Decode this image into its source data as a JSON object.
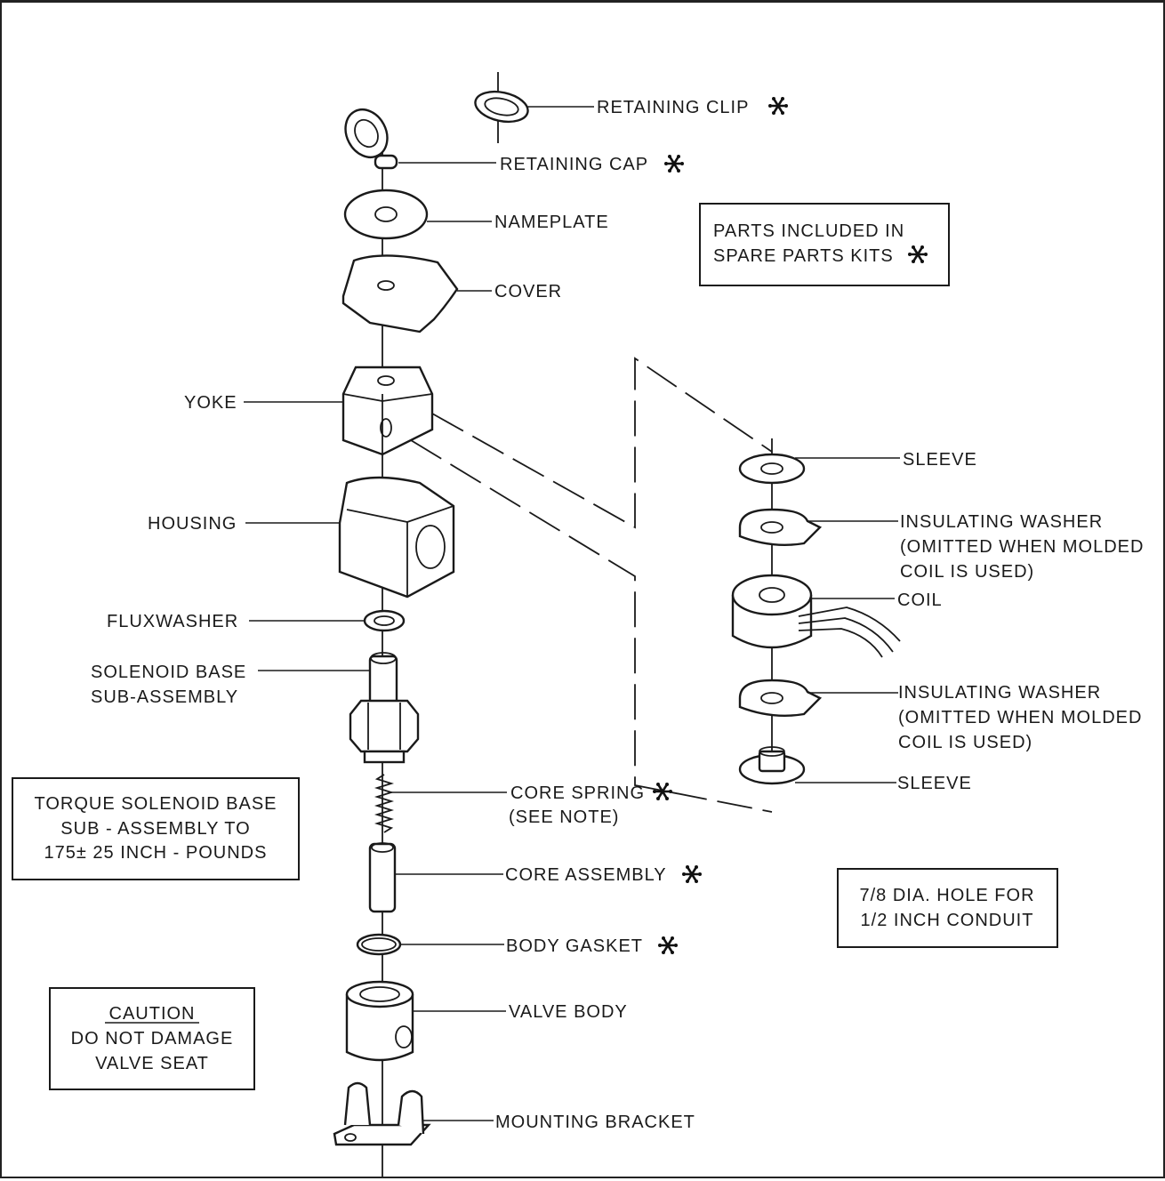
{
  "labels": {
    "retaining_clip": "RETAINING CLIP",
    "retaining_cap": "RETAINING CAP",
    "nameplate": "NAMEPLATE",
    "cover": "COVER",
    "yoke": "YOKE",
    "housing": "HOUSING",
    "fluxwasher": "FLUXWASHER",
    "solenoid_base_1": "SOLENOID BASE",
    "solenoid_base_2": "SUB-ASSEMBLY",
    "core_spring": "CORE SPRING",
    "core_spring_note": "(SEE NOTE)",
    "core_assembly": "CORE ASSEMBLY",
    "body_gasket": "BODY GASKET",
    "valve_body": "VALVE BODY",
    "mounting_bracket": "MOUNTING BRACKET",
    "sleeve_top": "SLEEVE",
    "insulating_washer_top_1": "INSULATING WASHER",
    "insulating_washer_top_2": "(OMITTED WHEN MOLDED",
    "insulating_washer_top_3": "COIL  IS USED)",
    "coil": "COIL",
    "insulating_washer_bottom_1": "INSULATING WASHER",
    "insulating_washer_bottom_2": "(OMITTED WHEN MOLDED",
    "insulating_washer_bottom_3": "COIL IS USED)",
    "sleeve_bottom": "SLEEVE"
  },
  "notes": {
    "kit_1": "PARTS INCLUDED IN",
    "kit_2": "SPARE PARTS KITS",
    "torque_1": "TORQUE SOLENOID BASE",
    "torque_2": "SUB - ASSEMBLY TO",
    "torque_3": "175± 25 INCH - POUNDS",
    "conduit_1": "7/8 DIA. HOLE FOR",
    "conduit_2": "1/2 INCH CONDUIT",
    "caution_1": "CAUTION",
    "caution_2": "DO NOT DAMAGE",
    "caution_3": "VALVE SEAT"
  },
  "spare_part_marker": "✱"
}
